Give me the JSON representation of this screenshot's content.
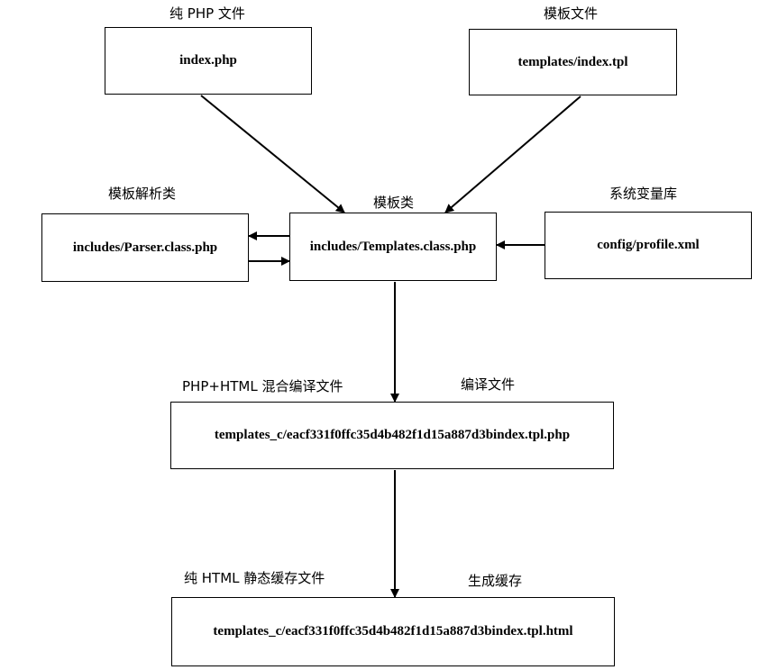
{
  "nodes": {
    "index_php": {
      "text": "index.php",
      "caption": "纯 PHP 文件"
    },
    "index_tpl": {
      "text": "templates/index.tpl",
      "caption": "模板文件"
    },
    "parser": {
      "text": "includes/Parser.class.php",
      "caption": "模板解析类"
    },
    "templates_class": {
      "text": "includes/Templates.class.php",
      "caption": "模板类"
    },
    "profile": {
      "text": "config/profile.xml",
      "caption": "系统变量库"
    },
    "compiled": {
      "text": "templates_c/eacf331f0ffc35d4b482f1d15a887d3bindex.tpl.php",
      "caption": "PHP+HTML 混合编译文件"
    },
    "cached": {
      "text": "templates_c/eacf331f0ffc35d4b482f1d15a887d3bindex.tpl.html",
      "caption": "纯 HTML 静态缓存文件"
    }
  },
  "edges": {
    "compile": {
      "label": "编译文件"
    },
    "cache": {
      "label": "生成缓存"
    }
  }
}
